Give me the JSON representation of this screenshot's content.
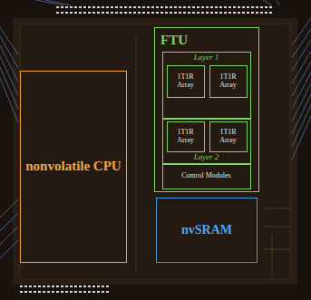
{
  "diagram": {
    "nodes": [
      {
        "text": [
          "FTU"
        ]
      },
      {
        "text": [
          "Layer 1"
        ],
        "in": 0
      },
      {
        "text": [
          "1T1R Array"
        ],
        "in": 1
      },
      {
        "text": [
          "1T1R Array"
        ],
        "in": 1
      },
      {
        "text": [
          "Layer 2"
        ],
        "in": 0
      },
      {
        "text": [
          "1T1R Array"
        ],
        "in": 4
      },
      {
        "text": [
          "1T1R Array"
        ],
        "in": 4
      },
      {
        "text": [
          "Control Modules"
        ],
        "in": 0
      },
      {
        "text": [
          "nonvolatile CPU"
        ]
      },
      {
        "text": [
          "nvSRAM"
        ]
      }
    ]
  }
}
